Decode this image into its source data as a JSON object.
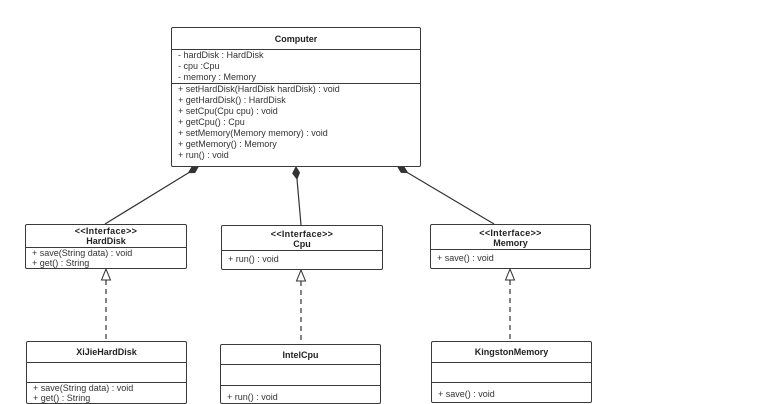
{
  "colors": {
    "border": "#3a3a3a",
    "line": "#333333",
    "text": "#333333",
    "background": "#ffffff"
  },
  "classes": {
    "computer": {
      "name": "Computer",
      "attributes": [
        "- hardDisk : HardDisk",
        "- cpu :Cpu",
        "- memory : Memory"
      ],
      "methods": [
        "+ setHardDisk(HardDisk hardDisk) : void",
        "+ getHardDisk() : HardDisk",
        "+ setCpu(Cpu cpu) : void",
        "+ getCpu() : Cpu",
        "+ setMemory(Memory memory) : void",
        "+ getMemory() : Memory",
        "+ run() : void"
      ]
    },
    "hardDisk": {
      "stereotype": "<<Interface>>",
      "name": "HardDisk",
      "methods": [
        "+ save(String data) : void",
        "+ get() : String"
      ]
    },
    "cpu": {
      "stereotype": "<<Interface>>",
      "name": "Cpu",
      "methods": [
        "+ run() : void"
      ]
    },
    "memory": {
      "stereotype": "<<Interface>>",
      "name": "Memory",
      "methods": [
        "+ save() : void"
      ]
    },
    "xiJieHardDisk": {
      "name": "XiJieHardDisk",
      "methods": [
        "+ save(String data) : void",
        "+ get() : String"
      ]
    },
    "intelCpu": {
      "name": "IntelCpu",
      "methods": [
        "+ run() : void"
      ]
    },
    "kingstonMemory": {
      "name": "KingstonMemory",
      "methods": [
        "+ save() : void"
      ]
    }
  }
}
